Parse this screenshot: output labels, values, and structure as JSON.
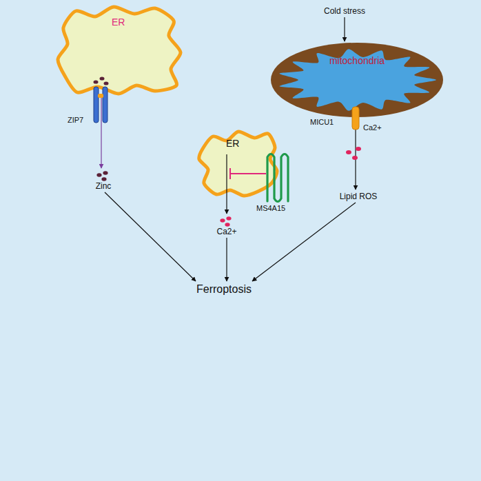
{
  "diagram": {
    "nodes": [
      {
        "text": [
          "ER"
        ]
      },
      {
        "text": [
          "Cold stress"
        ]
      },
      {
        "text": [
          "mitochondria"
        ]
      },
      {
        "text": [
          "ER"
        ]
      },
      {
        "text": [
          "Zinc"
        ]
      },
      {
        "text": [
          "Ca2+"
        ]
      },
      {
        "text": [
          "Lipid ROS"
        ]
      },
      {
        "text": [
          "Ferroptosis"
        ]
      }
    ],
    "edges": [
      {
        "from": 0,
        "to": 4,
        "arrow": "to"
      },
      {
        "from": 1,
        "to": 2,
        "arrow": "to"
      },
      {
        "from": 2,
        "to": 6,
        "arrow": "to"
      },
      {
        "from": 3,
        "to": 5,
        "arrow": "to"
      },
      {
        "from": 4,
        "to": 7,
        "arrow": "to"
      },
      {
        "from": 5,
        "to": 7,
        "arrow": "to"
      },
      {
        "from": 6,
        "to": 7,
        "arrow": "to"
      }
    ],
    "labels": [
      "ZIP7",
      "MS4A15",
      "MICU1",
      "Ca2+"
    ]
  }
}
